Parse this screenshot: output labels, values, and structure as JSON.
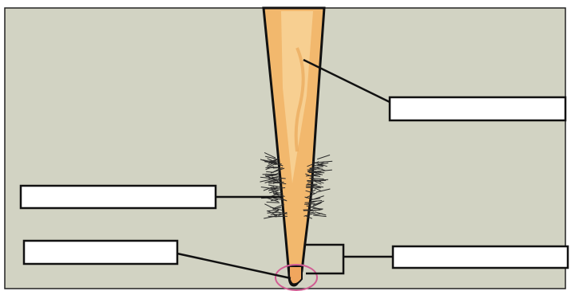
{
  "diagram": {
    "subject": "root tip",
    "label_boxes": [
      {
        "id": "upper-root-label",
        "text": ""
      },
      {
        "id": "root-hair-label",
        "text": ""
      },
      {
        "id": "root-cap-label",
        "text": ""
      },
      {
        "id": "growth-zone-label",
        "text": ""
      }
    ]
  },
  "colors": {
    "background": "#d2d3c3",
    "root_fill": "#f2b86d",
    "root_highlight": "#f9d9a1",
    "outline": "#111111",
    "circle": "#d15c93",
    "box_fill": "#ffffff"
  }
}
